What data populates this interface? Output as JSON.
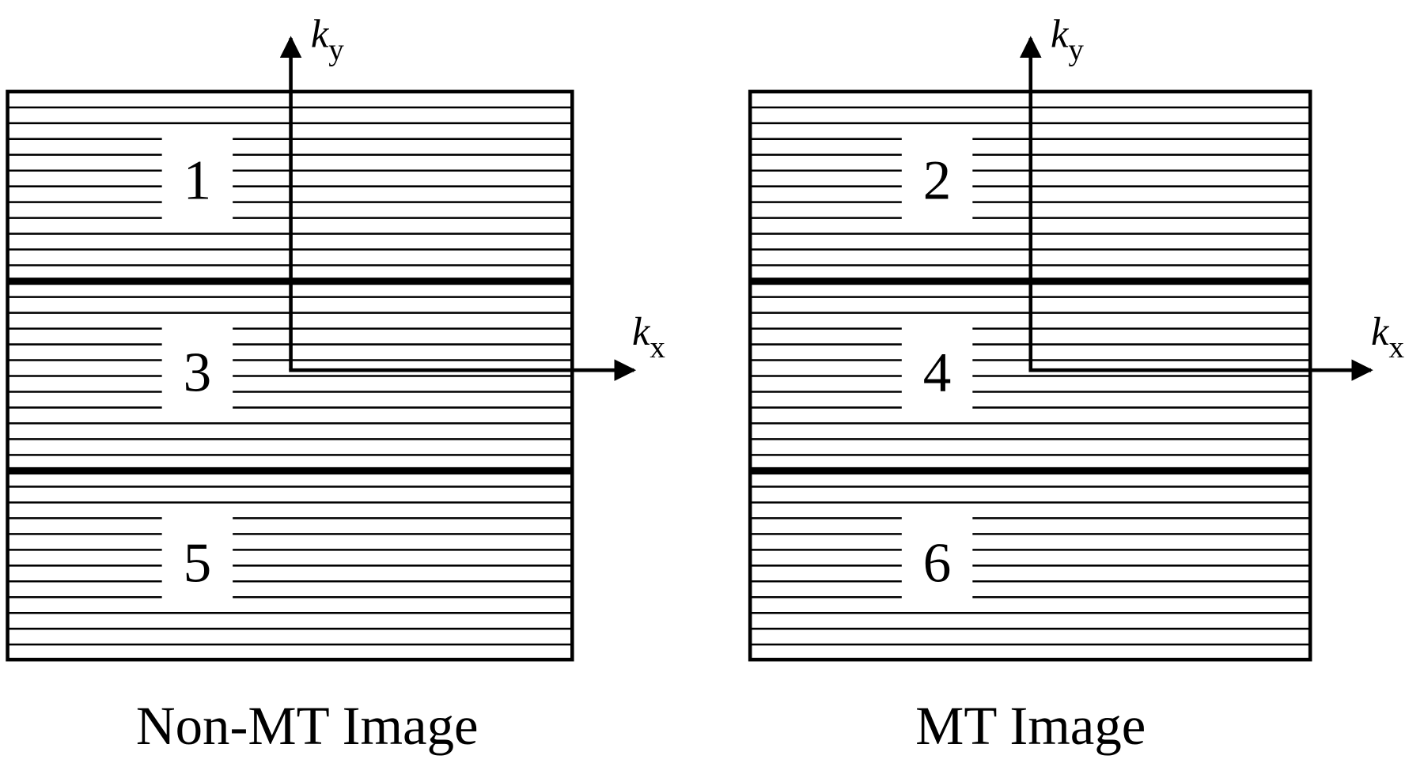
{
  "panels": [
    {
      "caption": "Non-MT Image",
      "segments": [
        "1",
        "3",
        "5"
      ],
      "ky_label": "k",
      "ky_sub": "y",
      "kx_label": "k",
      "kx_sub": "x"
    },
    {
      "caption": "MT Image",
      "segments": [
        "2",
        "4",
        "6"
      ],
      "ky_label": "k",
      "ky_sub": "y",
      "kx_label": "k",
      "kx_sub": "x"
    }
  ],
  "colors": {
    "ink": "#000000",
    "background": "#ffffff"
  }
}
